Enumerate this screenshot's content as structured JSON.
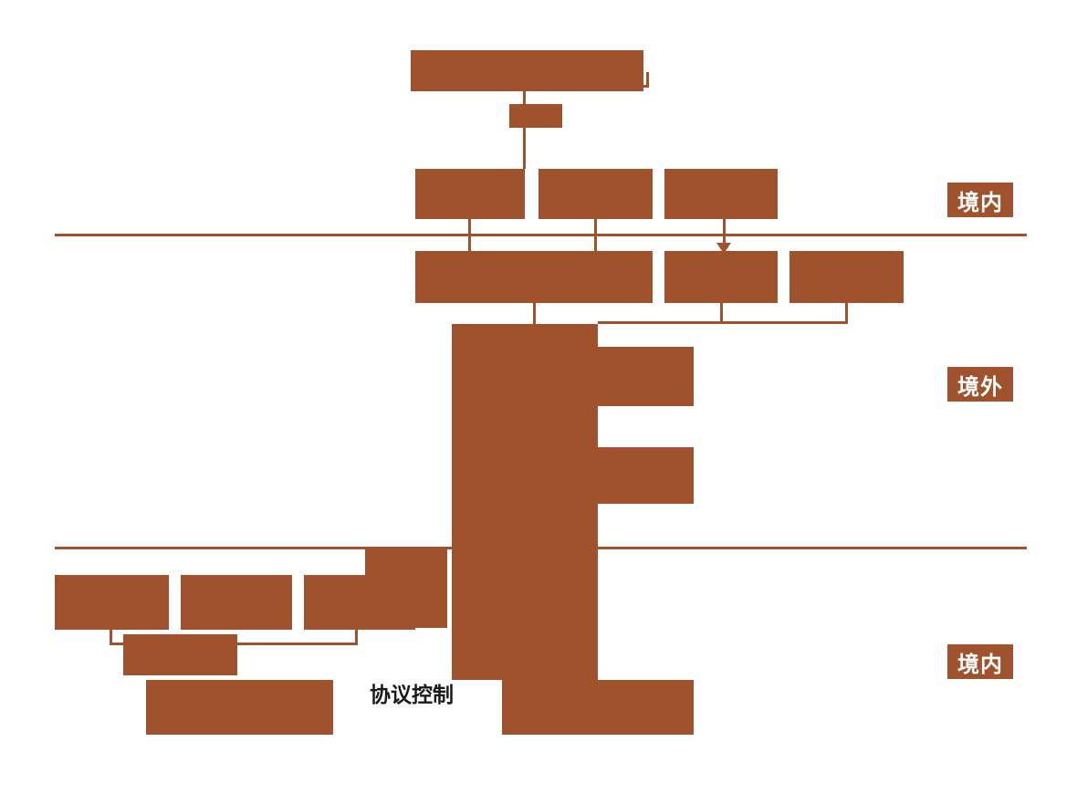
{
  "colors": {
    "accent": "#a0522d",
    "label-text": "#ffffff",
    "ink": "#1a1a1a",
    "bg": "#ffffff"
  },
  "regions": {
    "top": {
      "label": "境内"
    },
    "middle": {
      "label": "境外"
    },
    "bottom": {
      "label": "境内"
    }
  },
  "annotations": {
    "control": "协议控制"
  }
}
